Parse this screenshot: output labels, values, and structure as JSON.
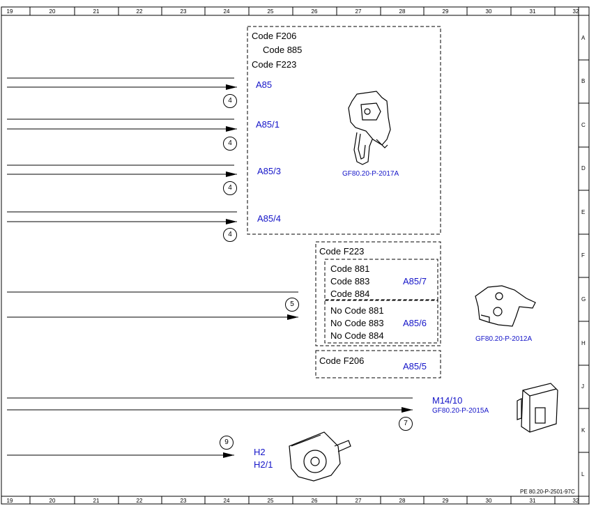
{
  "frame": {
    "col_numbers": [
      "19",
      "20",
      "21",
      "22",
      "23",
      "24",
      "25",
      "26",
      "27",
      "28",
      "29",
      "30",
      "31",
      "32"
    ],
    "row_letters": [
      "A",
      "B",
      "C",
      "D",
      "E",
      "F",
      "G",
      "H",
      "J",
      "K",
      "L"
    ],
    "sheet_ref": "PE 80.20-P-2501-97C"
  },
  "box_top": {
    "code1": "Code F206",
    "code2": "Code 885",
    "code3": "Code F223",
    "components": [
      "A85",
      "A85/1",
      "A85/3",
      "A85/4"
    ],
    "picture_ref": "GF80.20-P-2017A"
  },
  "box_mid": {
    "title": "Code F223",
    "group1": {
      "codes": [
        "Code 881",
        "Code 883",
        "Code 884"
      ],
      "component": "A85/7"
    },
    "group2": {
      "codes": [
        "No Code 881",
        "No Code 883",
        "No Code 884"
      ],
      "component": "A85/6"
    },
    "picture_ref": "GF80.20-P-2012A"
  },
  "box_low": {
    "code": "Code F206",
    "component": "A85/5"
  },
  "actuator": {
    "component": "M14/10",
    "picture_ref": "GF80.20-P-2015A"
  },
  "horn": {
    "components": [
      "H2",
      "H2/1"
    ]
  },
  "connectors": [
    "4",
    "4",
    "4",
    "4",
    "5",
    "7",
    "9"
  ]
}
